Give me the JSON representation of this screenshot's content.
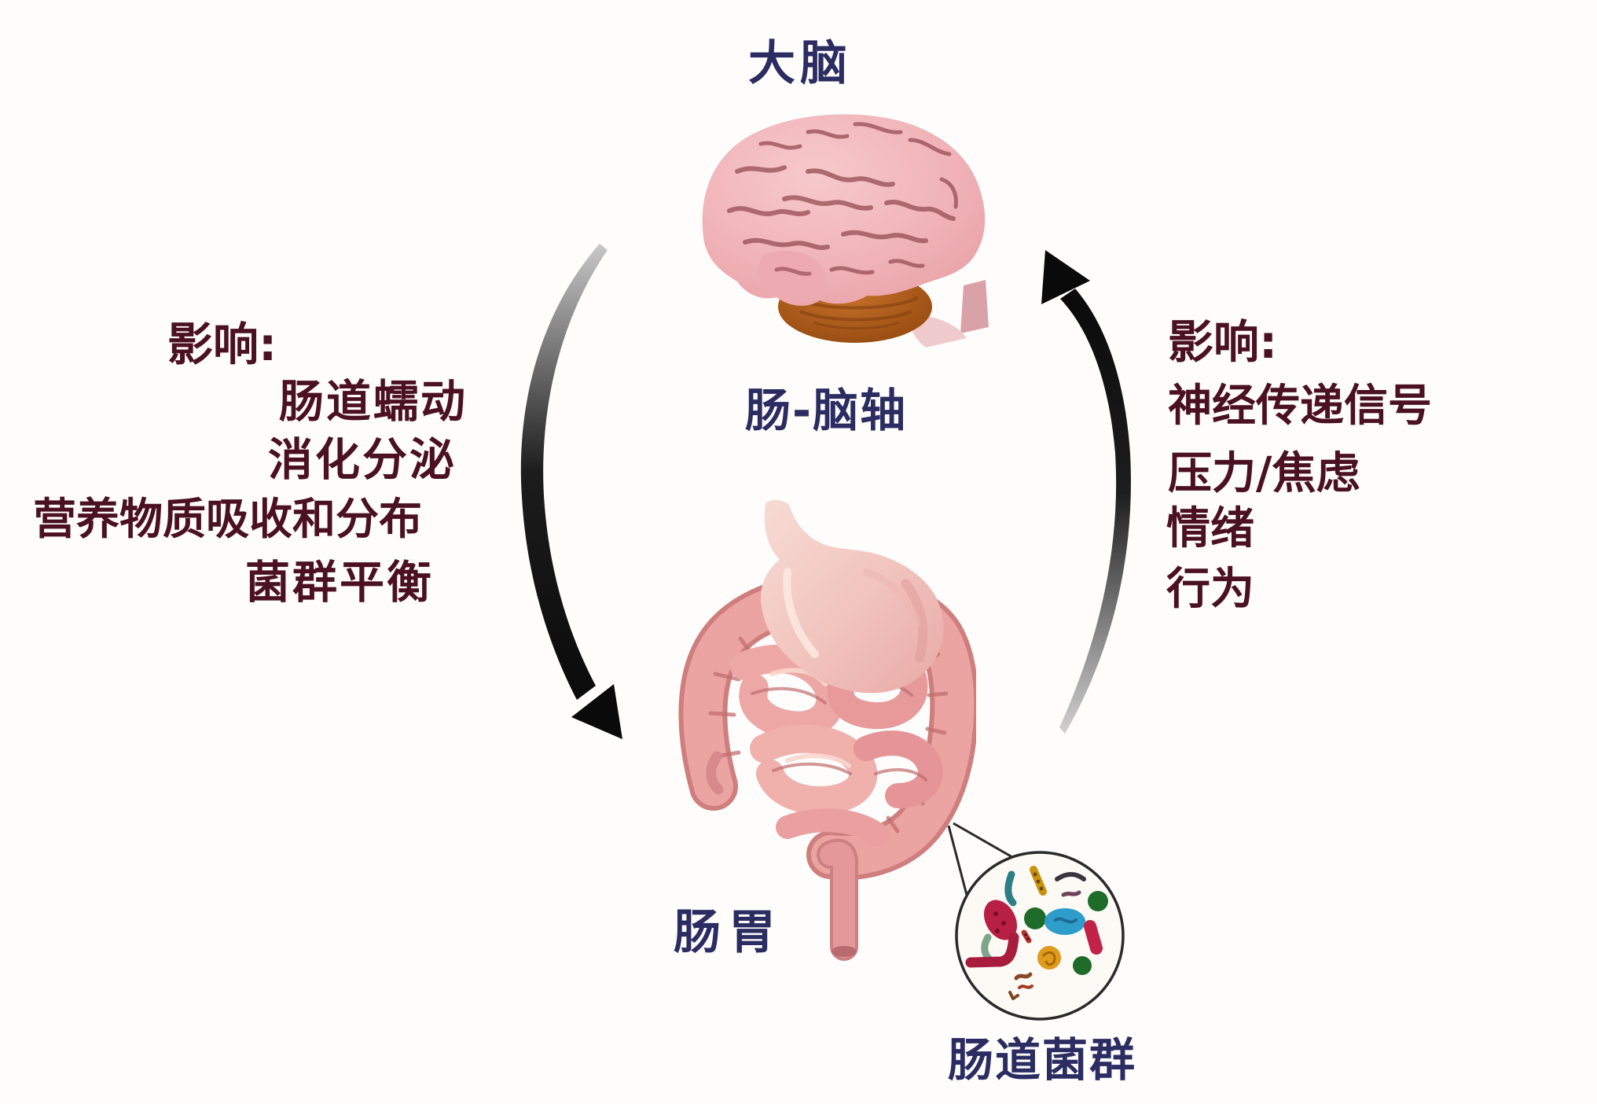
{
  "labels": {
    "brain": "大脑",
    "axis": "肠-脑轴",
    "gut": "肠胃",
    "microbiota": "肠道菌群"
  },
  "left_effects": {
    "heading": "影响:",
    "items": [
      "肠道蠕动",
      "消化分泌",
      "营养物质吸收和分布",
      "菌群平衡"
    ]
  },
  "right_effects": {
    "heading": "影响:",
    "items": [
      "神经传递信号",
      "压力/焦虑",
      "情绪",
      "行为"
    ]
  },
  "illustrations": {
    "brain_icon": "brain-photo-illustration",
    "gut_icon": "gastrointestinal-tract-illustration",
    "microbes_icon": "gut-microbes-magnified-circle",
    "left_arrow_icon": "curved-arrow-brain-to-gut",
    "right_arrow_icon": "curved-arrow-gut-to-brain"
  },
  "colors": {
    "label_navy": "#2b2d62",
    "effects_maroon": "#4b1123",
    "arrow_black": "#0a0a0a",
    "brain_pink": "#efb3b7",
    "cerebellum_orange": "#b15a1d",
    "intestine_pink": "#eba4a2",
    "microbe_green": "#1e6b2a",
    "microbe_crimson": "#b81f44",
    "microbe_blue": "#2f9dcb",
    "microbe_orange": "#e09a1d",
    "microbe_teal": "#2d7f86"
  }
}
